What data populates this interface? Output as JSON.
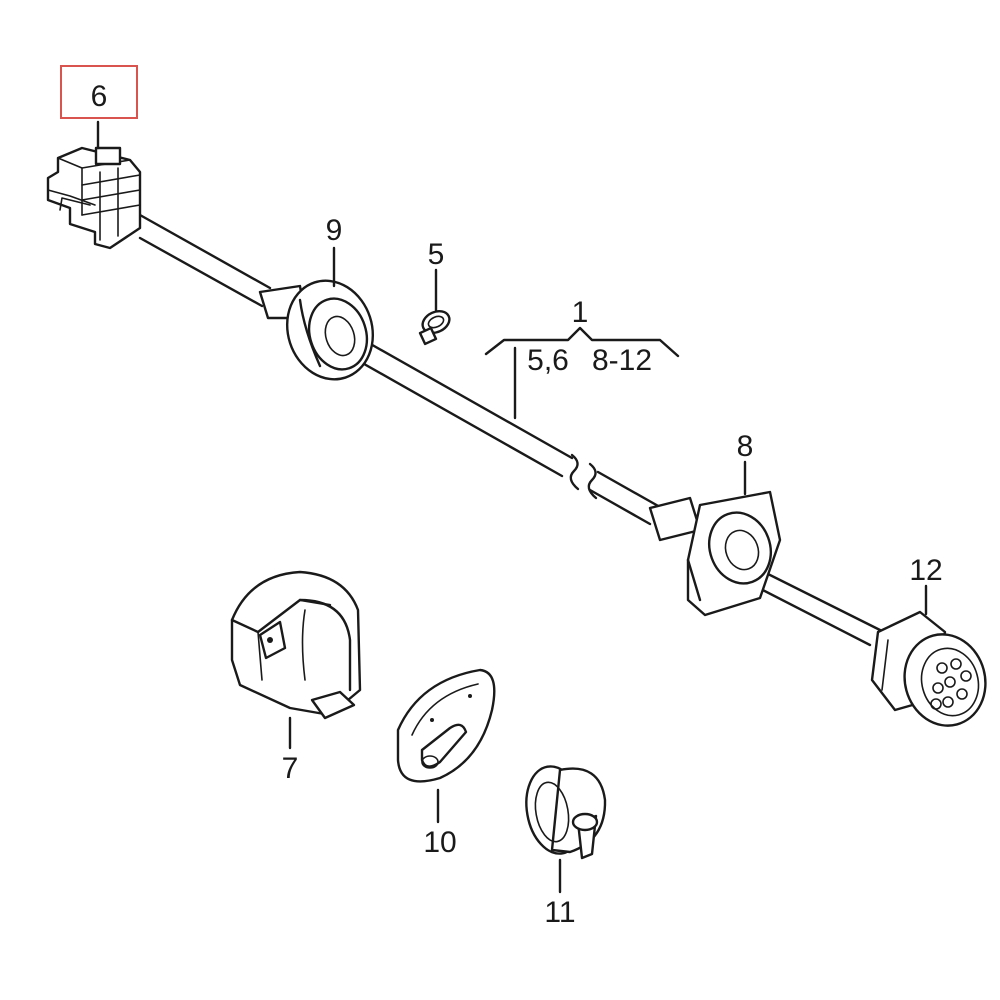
{
  "diagram": {
    "highlight_color": "#d9534f",
    "line_color": "#1a1a1a",
    "callouts": [
      {
        "id": "6",
        "text": "6"
      },
      {
        "id": "9",
        "text": "9"
      },
      {
        "id": "5",
        "text": "5"
      },
      {
        "id": "1",
        "text": "1"
      },
      {
        "id": "1a",
        "text": "5,6"
      },
      {
        "id": "1b",
        "text": "8-12"
      },
      {
        "id": "8",
        "text": "8"
      },
      {
        "id": "12",
        "text": "12"
      },
      {
        "id": "7",
        "text": "7"
      },
      {
        "id": "10",
        "text": "10"
      },
      {
        "id": "11",
        "text": "11"
      }
    ],
    "highlighted_callout": "6"
  }
}
